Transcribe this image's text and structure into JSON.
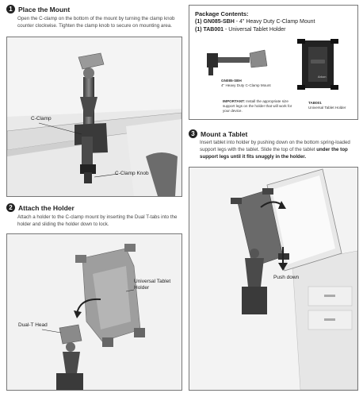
{
  "step1": {
    "number": "1",
    "title": "Place the Mount",
    "text": "Open the C-clamp on the bottom of the mount by turning the clamp knob counter clockwise. Tighten the clamp knob to secure on mounting area.",
    "label_cclamp": "C-Clamp",
    "label_knob": "C-Clamp Knob"
  },
  "package": {
    "title": "Package Contents:",
    "line1_code": "(1) GN085-SBH",
    "line1_desc": " - 4\" Heavy Duty C-Clamp Mount",
    "line2_code": "(1) TAB001",
    "line2_desc": " - Universal Tablet Holder",
    "item1_code": "GN085-SBH",
    "item1_desc": "4\" Heavy Duty C-Clamp Mount",
    "item2_code": "TAB001",
    "item2_desc": "Universal Tablet Holder",
    "important_label": "IMPORTANT:",
    "important_text": " Install the appropriate size support legs on the holder that will work for your device.",
    "brand": "Arkon"
  },
  "step2": {
    "number": "2",
    "title": "Attach the Holder",
    "text": "Attach a holder to the C-clamp mount by inserting the Dual T-tabs into the holder and sliding the holder down to lock.",
    "label_holder": "Universal Tablet Holder",
    "label_head": "Dual-T Head"
  },
  "step3": {
    "number": "3",
    "title": "Mount a Tablet",
    "text": "Insert tablet into holder by pushing down on the bottom spring-loaded support legs with the tablet. Slide the top of the tablet ",
    "text_bold": "under the top support legs until it fits snuggly in the holder.",
    "label_push": "Push down"
  }
}
